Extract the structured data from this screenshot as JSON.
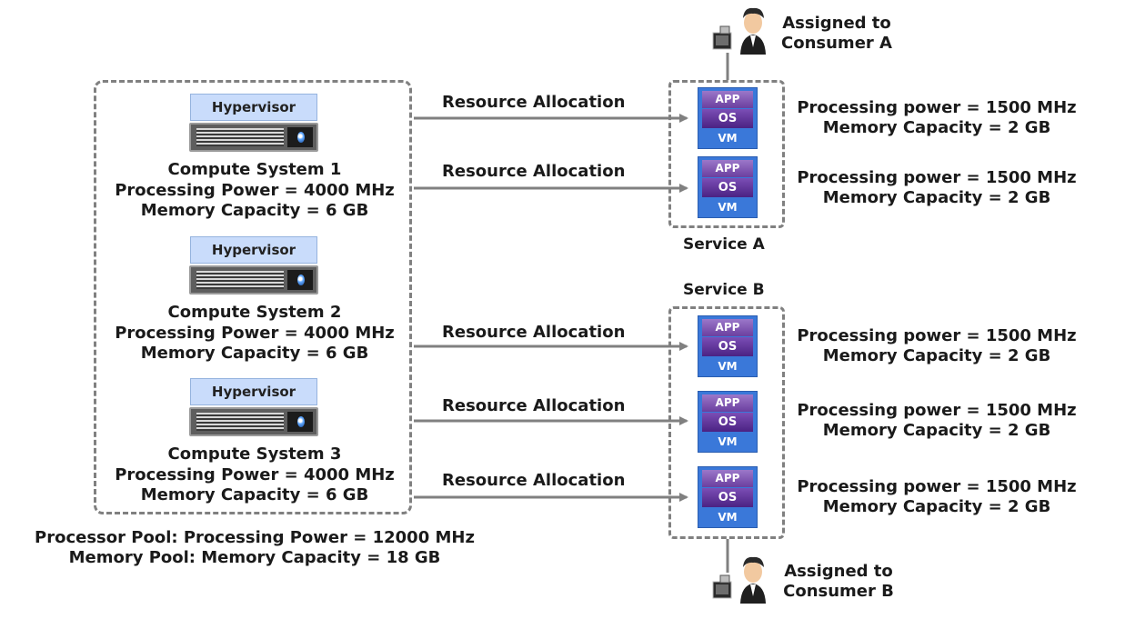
{
  "compute_systems": [
    {
      "hypervisor": "Hypervisor",
      "name": "Compute System 1",
      "processing": "Processing Power = 4000 MHz",
      "memory": "Memory Capacity = 6 GB"
    },
    {
      "hypervisor": "Hypervisor",
      "name": "Compute System 2",
      "processing": "Processing Power = 4000 MHz",
      "memory": "Memory Capacity = 6 GB"
    },
    {
      "hypervisor": "Hypervisor",
      "name": "Compute System 3",
      "processing": "Processing Power = 4000 MHz",
      "memory": "Memory Capacity = 6 GB"
    }
  ],
  "pool": {
    "processor": "Processor Pool: Processing Power = 12000 MHz",
    "memory": "Memory Pool: Memory Capacity = 18 GB"
  },
  "allocations": [
    "Resource Allocation",
    "Resource Allocation",
    "Resource Allocation",
    "Resource Allocation",
    "Resource Allocation"
  ],
  "services": [
    {
      "name": "Service A",
      "consumer_line1": "Assigned to",
      "consumer_line2": "Consumer A"
    },
    {
      "name": "Service B",
      "consumer_line1": "Assigned to",
      "consumer_line2": "Consumer B"
    }
  ],
  "vms": [
    {
      "app": "APP",
      "os": "OS",
      "label": "VM",
      "processing": "Processing power = 1500 MHz",
      "memory": "Memory Capacity = 2 GB"
    },
    {
      "app": "APP",
      "os": "OS",
      "label": "VM",
      "processing": "Processing power = 1500 MHz",
      "memory": "Memory Capacity = 2 GB"
    },
    {
      "app": "APP",
      "os": "OS",
      "label": "VM",
      "processing": "Processing power = 1500 MHz",
      "memory": "Memory Capacity = 2 GB"
    },
    {
      "app": "APP",
      "os": "OS",
      "label": "VM",
      "processing": "Processing power = 1500 MHz",
      "memory": "Memory Capacity = 2 GB"
    },
    {
      "app": "APP",
      "os": "OS",
      "label": "VM",
      "processing": "Processing power = 1500 MHz",
      "memory": "Memory Capacity = 2 GB"
    }
  ],
  "colors": {
    "arrow": "#808080",
    "dashed_border": "#808080",
    "hypervisor_fill": "#c9dcfb",
    "vm_fill": "#3a78d9",
    "app_os_fill": "#6b3f9f"
  },
  "icons": [
    "server-icon",
    "user-terminal-icon",
    "arrow-right-icon"
  ]
}
